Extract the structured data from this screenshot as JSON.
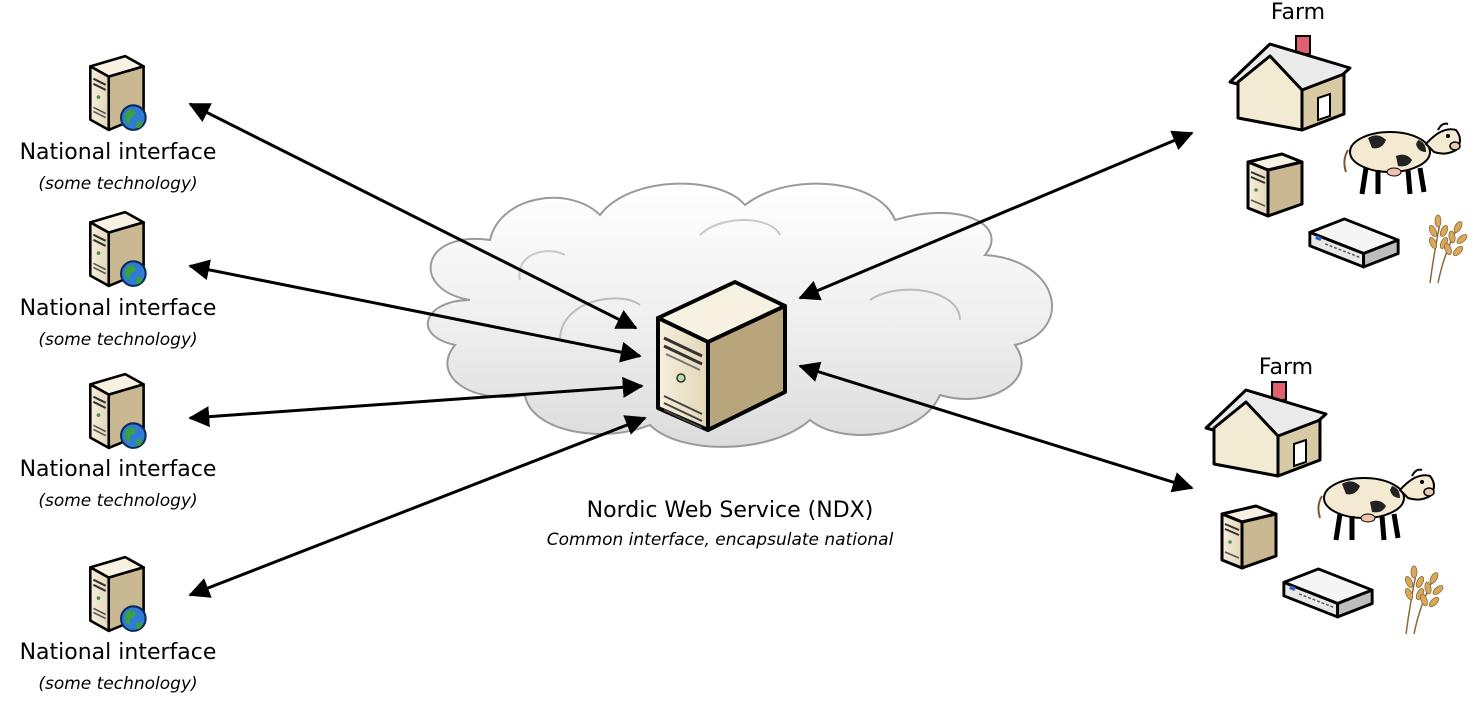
{
  "national_nodes": [
    {
      "label": "National interface",
      "sublabel": "(some technology)"
    },
    {
      "label": "National interface",
      "sublabel": "(some technology)"
    },
    {
      "label": "National interface",
      "sublabel": "(some technology)"
    },
    {
      "label": "National interface",
      "sublabel": "(some technology)"
    }
  ],
  "central": {
    "label": "Nordic Web Service (NDX)",
    "sublabel": "Common interface, encapsulate national"
  },
  "farms": [
    {
      "label": "Farm"
    },
    {
      "label": "Farm"
    }
  ],
  "icons": {
    "national": "server-globe-icon",
    "central": "server-tower-icon",
    "cloud": "cloud-icon",
    "farm_house": "house-icon",
    "farm_cow": "cow-icon",
    "farm_pc": "small-server-icon",
    "farm_device": "network-switch-icon",
    "farm_wheat": "wheat-icon"
  },
  "colors": {
    "server_body": "#efe6d0",
    "server_side": "#b8a57c",
    "cloud_fill": "#ececec",
    "roof": "#e9e9e9",
    "chimney": "#e06070",
    "globe": "#2f7bd6",
    "arrow": "#000000"
  }
}
